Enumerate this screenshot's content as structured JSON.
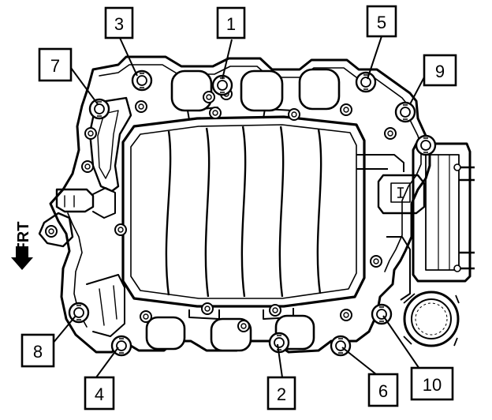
{
  "diagram": {
    "front_label": "FRT",
    "callouts": [
      {
        "id": "callout-1",
        "label": "1"
      },
      {
        "id": "callout-2",
        "label": "2"
      },
      {
        "id": "callout-3",
        "label": "3"
      },
      {
        "id": "callout-4",
        "label": "4"
      },
      {
        "id": "callout-5",
        "label": "5"
      },
      {
        "id": "callout-6",
        "label": "6"
      },
      {
        "id": "callout-7",
        "label": "7"
      },
      {
        "id": "callout-8",
        "label": "8"
      },
      {
        "id": "callout-9",
        "label": "9"
      },
      {
        "id": "callout-10",
        "label": "10"
      }
    ]
  }
}
